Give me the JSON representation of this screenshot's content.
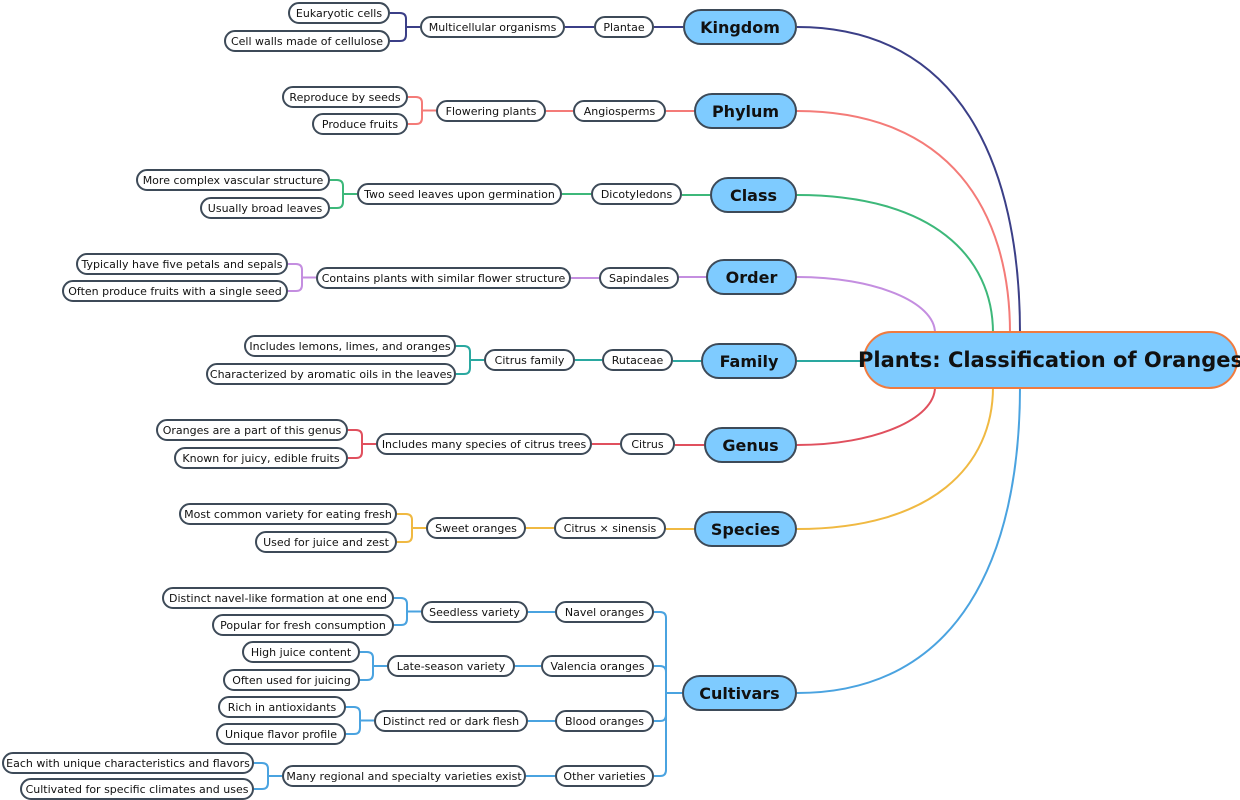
{
  "root": {
    "label": "Plants: Classification of Oranges",
    "border_color": "#f07b3f",
    "fill_color": "#7ecbff"
  },
  "branches": [
    {
      "label": "Kingdom",
      "color": "#3b3f87",
      "chain": [
        "Plantae",
        "Multicellular organisms"
      ],
      "details": [
        "Eukaryotic cells",
        "Cell walls made of cellulose"
      ]
    },
    {
      "label": "Phylum",
      "color": "#f47b78",
      "chain": [
        "Angiosperms",
        "Flowering plants"
      ],
      "details": [
        "Reproduce by seeds",
        "Produce fruits"
      ]
    },
    {
      "label": "Class",
      "color": "#3db87a",
      "chain": [
        "Dicotyledons",
        "Two seed leaves upon germination"
      ],
      "details": [
        "More complex vascular structure",
        "Usually broad leaves"
      ]
    },
    {
      "label": "Order",
      "color": "#c48ee0",
      "chain": [
        "Sapindales",
        "Contains plants with similar flower structure"
      ],
      "details": [
        "Typically have five petals and sepals",
        "Often produce fruits with a single seed"
      ]
    },
    {
      "label": "Family",
      "color": "#2aa8a0",
      "chain": [
        "Rutaceae",
        "Citrus family"
      ],
      "details": [
        "Includes lemons, limes, and oranges",
        "Characterized by aromatic oils in the leaves"
      ]
    },
    {
      "label": "Genus",
      "color": "#e0505e",
      "chain": [
        "Citrus",
        "Includes many species of citrus trees"
      ],
      "details": [
        "Oranges are a part of this genus",
        "Known for juicy, edible fruits"
      ]
    },
    {
      "label": "Species",
      "color": "#f0b942",
      "chain": [
        "Citrus × sinensis",
        "Sweet oranges"
      ],
      "details": [
        "Most common variety for eating fresh",
        "Used for juice and zest"
      ]
    },
    {
      "label": "Cultivars",
      "color": "#4aa3e0",
      "varieties": [
        {
          "label": "Navel oranges",
          "trait": "Seedless variety",
          "details": [
            "Distinct navel-like formation at one end",
            "Popular for fresh consumption"
          ]
        },
        {
          "label": "Valencia oranges",
          "trait": "Late-season variety",
          "details": [
            "High juice content",
            "Often used for juicing"
          ]
        },
        {
          "label": "Blood oranges",
          "trait": "Distinct red or dark flesh",
          "details": [
            "Rich in antioxidants",
            "Unique flavor profile"
          ]
        },
        {
          "label": "Other varieties",
          "trait": "Many regional and specialty varieties exist",
          "details": [
            "Each with unique characteristics and flavors",
            "Cultivated for specific climates and uses"
          ]
        }
      ]
    }
  ]
}
